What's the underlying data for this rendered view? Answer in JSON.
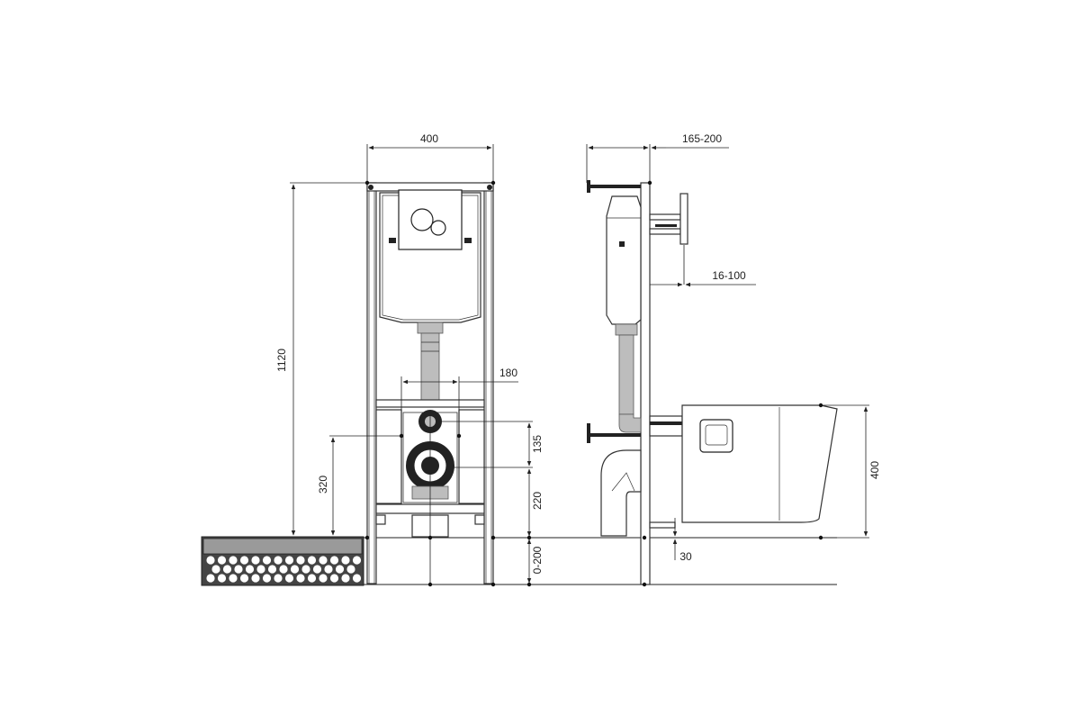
{
  "dimensions": {
    "front_width": "400",
    "front_height": "1120",
    "bowl_spacing": "180",
    "outlet_offset": "135",
    "outlet_height": "220",
    "bolt_height": "320",
    "floor_adjust": "0-200",
    "side_depth": "165-200",
    "side_adjust": "16-100",
    "bowl_height": "400",
    "side_gap": "30"
  },
  "colors": {
    "line": "#222222",
    "pipe_fill": "#bdbdbd",
    "floor_fill": "#444444"
  }
}
